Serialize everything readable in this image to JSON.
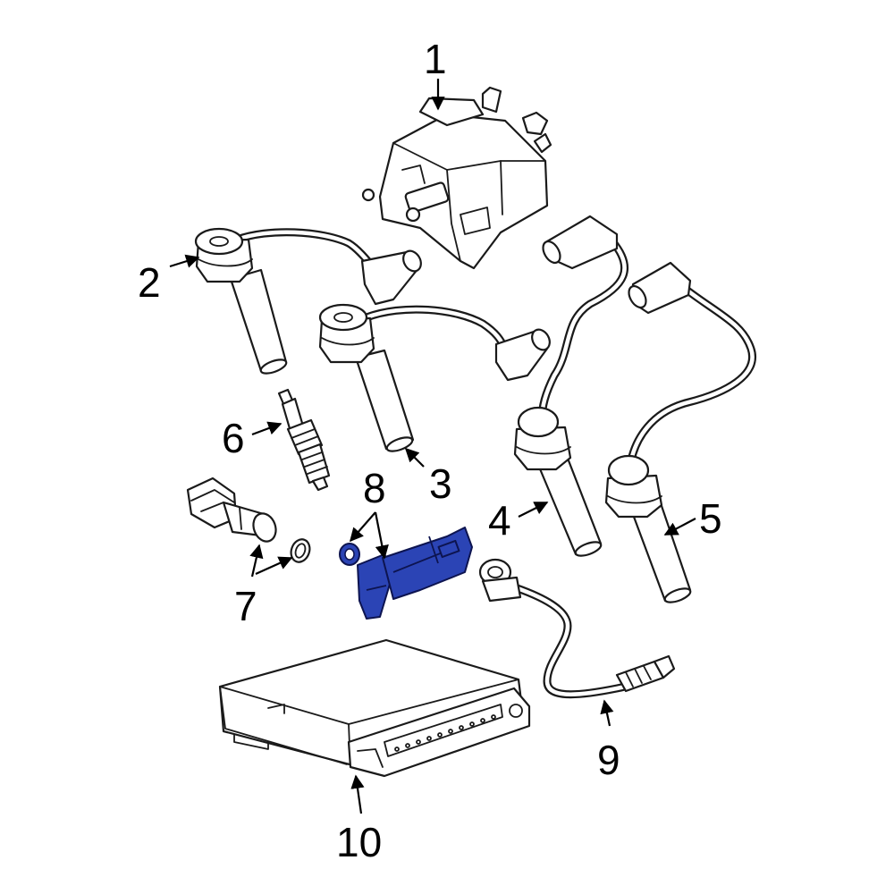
{
  "highlight_color": "#2b44b5",
  "callouts": [
    {
      "id": 1,
      "label": "1",
      "part": "ignition-coil-pack"
    },
    {
      "id": 2,
      "label": "2",
      "part": "ignition-coil-wire"
    },
    {
      "id": 3,
      "label": "3",
      "part": "ignition-coil-wire"
    },
    {
      "id": 4,
      "label": "4",
      "part": "ignition-coil-wire"
    },
    {
      "id": 5,
      "label": "5",
      "part": "ignition-coil-wire"
    },
    {
      "id": 6,
      "label": "6",
      "part": "spark-plug"
    },
    {
      "id": 7,
      "label": "7",
      "part": "crankshaft-position-sensor"
    },
    {
      "id": 8,
      "label": "8",
      "part": "camshaft-position-sensor",
      "highlighted": true
    },
    {
      "id": 9,
      "label": "9",
      "part": "knock-sensor"
    },
    {
      "id": 10,
      "label": "10",
      "part": "engine-control-module"
    }
  ]
}
